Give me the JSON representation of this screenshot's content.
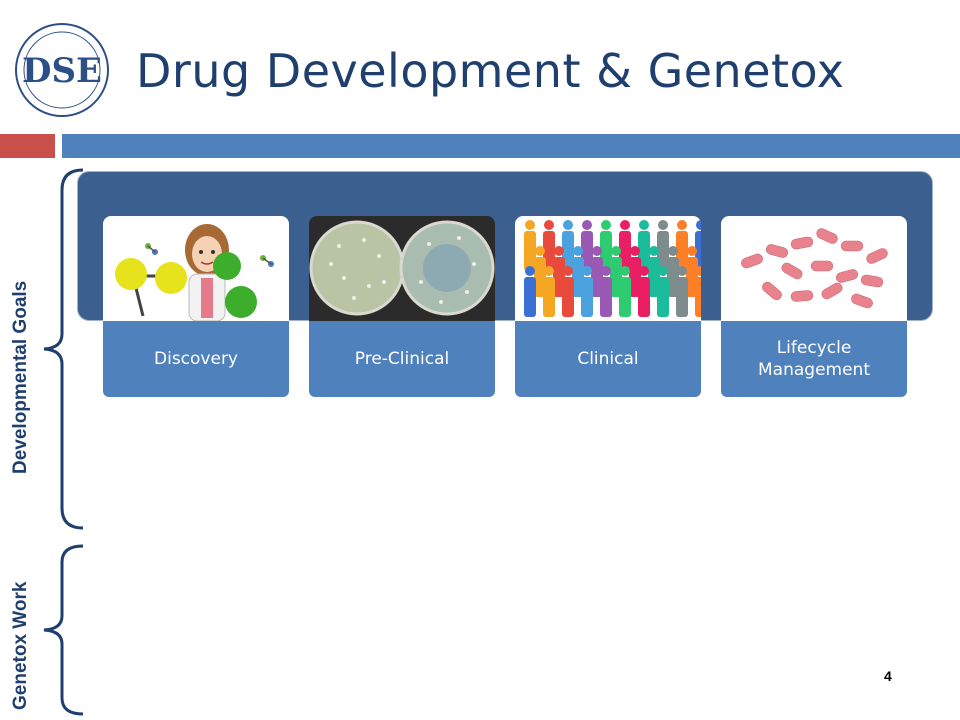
{
  "header": {
    "logo_text": "DSE",
    "title": "Drug Development & Genetox"
  },
  "stages": [
    {
      "label": "Discovery",
      "image": "scientist-with-molecules"
    },
    {
      "label": "Pre-Clinical",
      "image": "petri-dishes"
    },
    {
      "label": "Clinical",
      "image": "people-crowd"
    },
    {
      "label": "Lifecycle Management",
      "image": "pink-pills"
    }
  ],
  "sidebar": {
    "goals_label": "Developmental Goals",
    "genetox_label": "Genetox Work"
  },
  "footer": {
    "page_number": "4"
  },
  "colors": {
    "title": "#1f3f6e",
    "accent_blue": "#4f81bd",
    "band": "#3b5f8f",
    "accent_red": "#c9504a"
  }
}
